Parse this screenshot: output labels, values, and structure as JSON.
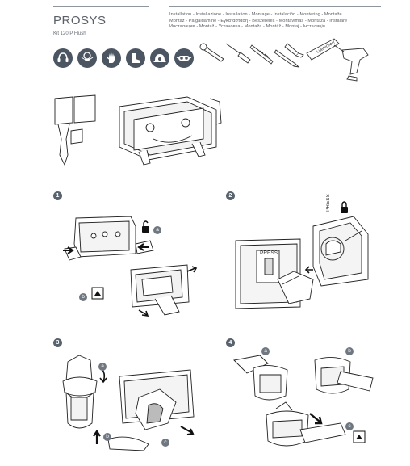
{
  "header": {
    "brand": "PROSYS",
    "subtitle": "Kit 120 P Flush",
    "install_lines": [
      "Installation - Installazione - Installation - Montage - Instalación - Montering - Montaže",
      "Montáž - Paigaldamine - Εγκατάσταση - Beszerelés - Montavimas - Montāža - Instalare",
      "Инсталация - Montaž - Установка - Montaža - Montáž - Montaj - Інсталяція"
    ]
  },
  "ppe_icons": [
    "hearing-protection-icon",
    "dust-mask-icon",
    "safety-gloves-icon",
    "safety-boots-icon",
    "hard-hat-icon",
    "safety-goggles-icon"
  ],
  "tools": [
    "wrench-icon",
    "screwdriver-icon",
    "drill-bit-icon",
    "pencil-icon",
    "utility-knife-icon",
    "lubricant-tube-icon",
    "power-drill-icon"
  ],
  "lubricant_label": "LUBRICANT",
  "steps": [
    {
      "number": "1",
      "subs": [
        "a",
        "b"
      ]
    },
    {
      "number": "2",
      "press_vertical": "PRESS",
      "press_label": "PRESS"
    },
    {
      "number": "3",
      "subs": [
        "a",
        "b",
        "c"
      ]
    },
    {
      "number": "4",
      "subs": [
        "a",
        "b",
        "c"
      ]
    }
  ]
}
